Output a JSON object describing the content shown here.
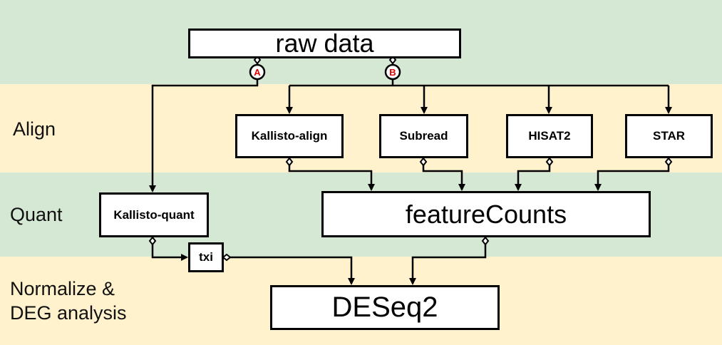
{
  "bands": {
    "align_label": "Align",
    "quant_label": "Quant",
    "normalize_label_line1": "Normalize &",
    "normalize_label_line2": "DEG analysis"
  },
  "nodes": {
    "raw_data": "raw data",
    "kallisto_align": "Kallisto-align",
    "subread": "Subread",
    "hisat2": "HISAT2",
    "star": "STAR",
    "kallisto_quant": "Kallisto-quant",
    "featurecounts": "featureCounts",
    "txi": "txi",
    "deseq2": "DESeq2"
  },
  "branches": {
    "a": "A",
    "b": "B"
  },
  "colors": {
    "green_band": "#d5e8d4",
    "yellow_band": "#fff2cc",
    "branch_marker": "#e00000"
  }
}
